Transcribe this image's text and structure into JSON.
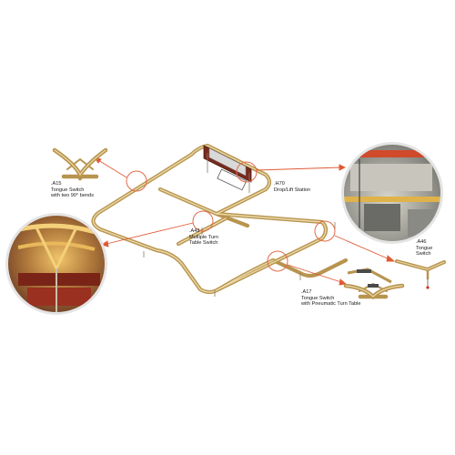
{
  "colors": {
    "track": "#c9a866",
    "track_highlight": "#ead9a6",
    "callout_circle": "#e26a4a",
    "arrow": "#e05a35",
    "photo_frame": "#e4e4e4"
  },
  "callouts": [
    {
      "code": ".A15",
      "lines": [
        "Tongue Switch",
        "with two 90° bends"
      ]
    },
    {
      "code": ".A43",
      "lines": [
        "Multiple Turn",
        "Table Switch"
      ]
    },
    {
      "code": ".H70",
      "lines": [
        "Drop/Lift Station"
      ]
    },
    {
      "code": ".A46",
      "lines": [
        "Tongue",
        "Switch"
      ]
    },
    {
      "code": ".A17",
      "lines": [
        "Tongue Switch",
        "with Pneumatic Turn Table"
      ]
    }
  ]
}
